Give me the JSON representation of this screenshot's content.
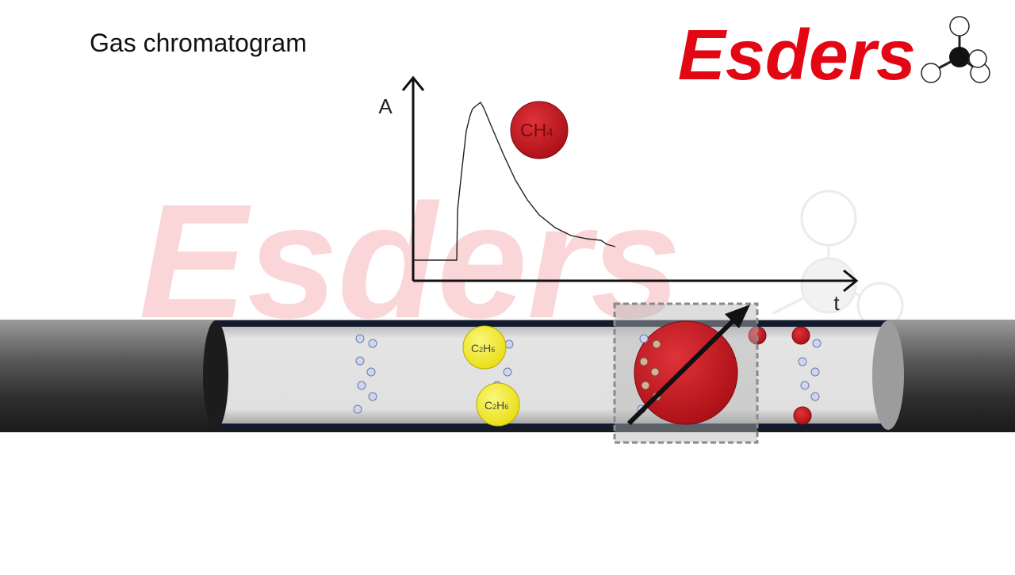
{
  "title": "Gas chromatogram",
  "logo": {
    "text": "Esders"
  },
  "graph": {
    "y_label": "A",
    "x_label": "t"
  },
  "molecules": {
    "methane": {
      "base": "CH",
      "sub": "4"
    },
    "ethane": {
      "c": "C",
      "c_sub": "2",
      "h": "H",
      "h_sub": "6"
    }
  },
  "colors": {
    "brand_red": "#e30613",
    "molecule_red": "#c8141b",
    "ethane_yellow": "#f2ec1c",
    "tube_dark": "#3a3a3a",
    "tube_interior": "#dadada",
    "carrier_bubble": "#c9d2f0"
  },
  "icons": [
    "molecule-logo-icon",
    "detector-arrow-icon"
  ]
}
